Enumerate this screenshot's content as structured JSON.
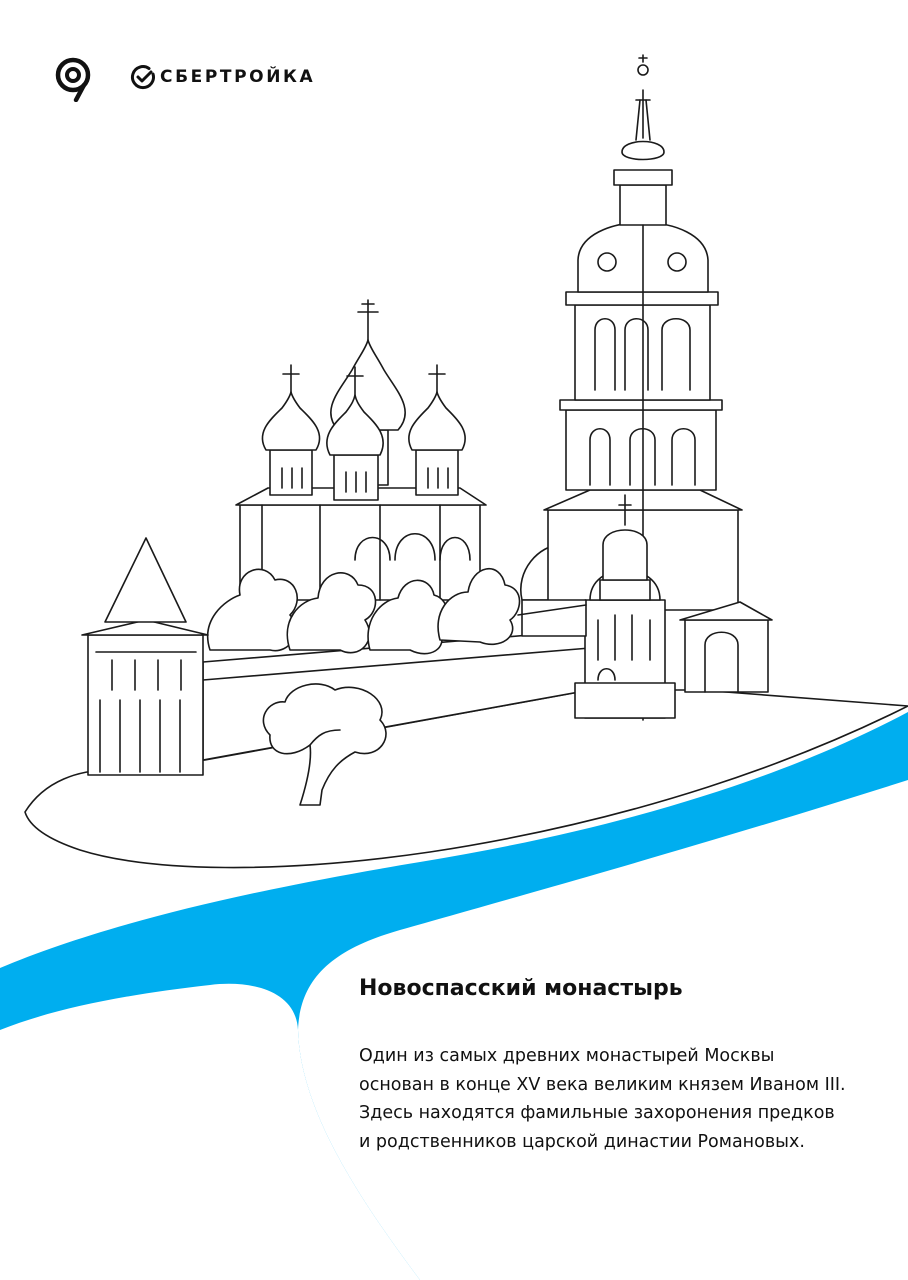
{
  "brand": {
    "name": "СБЕРТРОЙКА",
    "accent": "#00AEEF",
    "logo_icon": "location-pin-icon",
    "check_icon": "checkmark-circle-icon"
  },
  "landmark": {
    "title": "Новоспасский монастырь",
    "description_lines": [
      "Один из самых древних монастырей Москвы",
      "основан в конце XV века великим князем Иваном III.",
      "Здесь находятся фамильные захоронения предков",
      "и родственников царской династии Романовых."
    ]
  },
  "illustration": {
    "subject": "monastery-line-drawing",
    "river_color": "#00AEEF"
  }
}
